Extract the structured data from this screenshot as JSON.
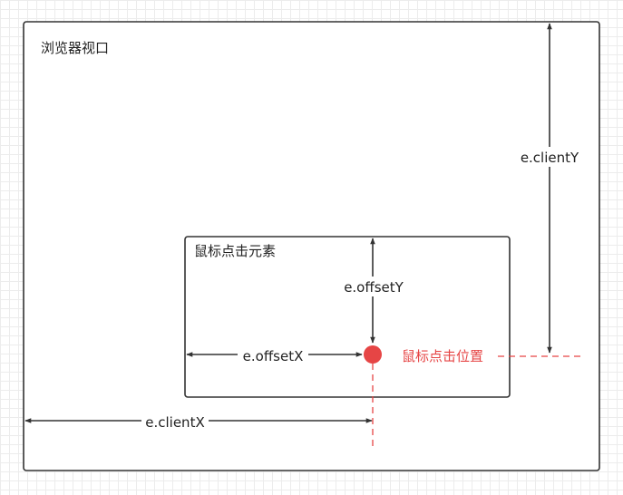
{
  "viewport": {
    "label": "浏览器视口"
  },
  "element": {
    "label": "鼠标点击元素"
  },
  "click_point": {
    "label": "鼠标点击位置"
  },
  "measures": {
    "clientX": "e.clientX",
    "clientY": "e.clientY",
    "offsetX": "e.offsetX",
    "offsetY": "e.offsetY"
  },
  "colors": {
    "stroke": "#333333",
    "accent": "#e64545",
    "background": "#ffffff",
    "grid": "#ececec"
  }
}
